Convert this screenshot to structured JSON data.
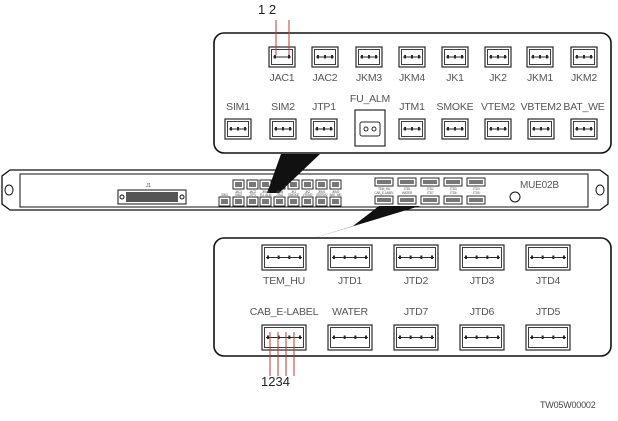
{
  "pin_markers": {
    "top": "1 2",
    "bottom": "1234"
  },
  "top_panel": {
    "row1": [
      "JAC1",
      "JAC2",
      "JKM3",
      "JKM4",
      "JK1",
      "JK2",
      "JKM1",
      "JKM2"
    ],
    "row2": [
      "SIM1",
      "SIM2",
      "JTP1",
      "FU_ALM",
      "JTM1",
      "SMOKE",
      "VTEM2",
      "VBTEM2",
      "BAT_WE"
    ]
  },
  "bottom_panel": {
    "row1": [
      "TEM_HU",
      "JTD1",
      "JTD2",
      "JTD3",
      "JTD4"
    ],
    "row2": [
      "CAB_E-LABEL",
      "WATER",
      "JTD7",
      "JTD6",
      "JTD5"
    ]
  },
  "device": {
    "model": "MUE02B",
    "small_connector_label": "J1",
    "row1_labels": [
      "JAC1",
      "JAC2",
      "JKM3",
      "JKM4",
      "JK1",
      "JK2",
      "JKM1",
      "JKM2"
    ],
    "row2_labels": [
      "SIM1",
      "SIM2",
      "JTP1",
      "FU_ALM",
      "JTM1",
      "SMOKE",
      "VTEM2",
      "VBTEM2",
      "BAT_WE"
    ],
    "right_row1_labels": [
      "TEM_HU",
      "JTD1",
      "JTD2",
      "JTD3",
      "JTD4"
    ],
    "right_row2_labels": [
      "CAB_E-LABEL",
      "WATER",
      "JTD7",
      "JTD6",
      "JTD5"
    ]
  },
  "footer": "TW05W00002",
  "colors": {
    "line": "#111111",
    "connector": "#2a2a2a",
    "text": "#555555"
  }
}
